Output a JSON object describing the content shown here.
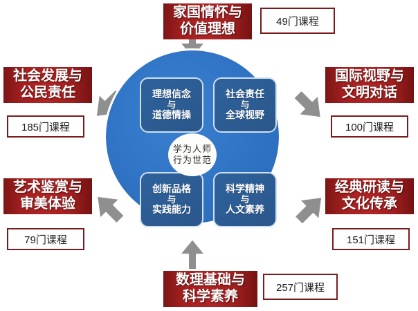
{
  "diagram": {
    "title_center": {
      "line1": "学为人师",
      "line2": "行为世范"
    },
    "quadrants": [
      {
        "id": "ideals",
        "line1": "理想信念",
        "line2": "与",
        "line3": "道德情操",
        "position": "top-left"
      },
      {
        "id": "social-responsibility",
        "line1": "社会责任",
        "line2": "与",
        "line3": "全球视野",
        "position": "top-right"
      },
      {
        "id": "innovation",
        "line1": "创新品格",
        "line2": "与",
        "line3": "实践能力",
        "position": "bottom-left"
      },
      {
        "id": "science-humanities",
        "line1": "科学精神",
        "line2": "与",
        "line3": "人文素养",
        "position": "bottom-right"
      }
    ],
    "modules": [
      {
        "id": "patriotism",
        "position": "top",
        "label_line1": "家国情怀与",
        "label_line2": "价值理想",
        "count": "49门课程"
      },
      {
        "id": "social-development",
        "position": "left-top",
        "label_line1": "社会发展与",
        "label_line2": "公民责任",
        "count": "185门课程"
      },
      {
        "id": "international-vision",
        "position": "right-top",
        "label_line1": "国际视野与",
        "label_line2": "文明对话",
        "count": "100门课程"
      },
      {
        "id": "art-appreciation",
        "position": "left-bottom",
        "label_line1": "艺术鉴赏与",
        "label_line2": "审美体验",
        "count": "79门课程"
      },
      {
        "id": "classics-culture",
        "position": "right-bottom",
        "label_line1": "经典研读与",
        "label_line2": "文化传承",
        "count": "151门课程"
      },
      {
        "id": "math-science",
        "position": "bottom",
        "label_line1": "数理基础与",
        "label_line2": "科学素养",
        "count": "257门课程"
      }
    ],
    "colors": {
      "wheel_blue": "#2f72c4",
      "quadrant_blue": "#2c5d96",
      "label_red": "#a52020",
      "label_red_dark": "#7d1515",
      "arrow_gray": "#8f8f8f",
      "count_border": "#7b1a1a",
      "core_bg": "#fdfdfb"
    },
    "arrows": [
      {
        "id": "arrow-top",
        "direction": "down"
      },
      {
        "id": "arrow-left-top",
        "direction": "down-right"
      },
      {
        "id": "arrow-right-top",
        "direction": "down-left"
      },
      {
        "id": "arrow-left-bottom",
        "direction": "up-right"
      },
      {
        "id": "arrow-right-bottom",
        "direction": "up-left"
      },
      {
        "id": "arrow-bottom",
        "direction": "up"
      }
    ]
  }
}
